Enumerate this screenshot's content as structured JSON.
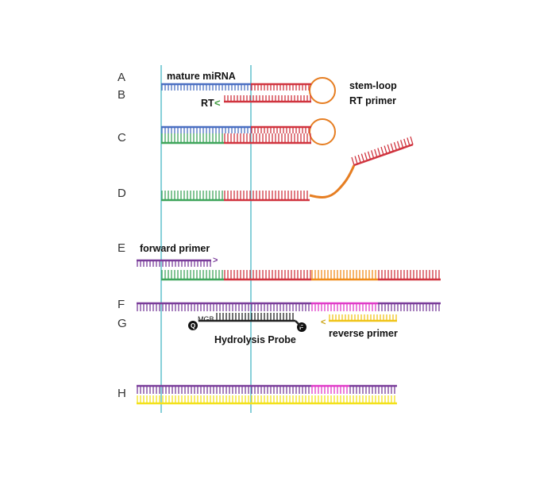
{
  "rows": [
    "A",
    "B",
    "C",
    "D",
    "E",
    "F",
    "G",
    "H"
  ],
  "labels": {
    "mature_mirna": "mature miRNA",
    "rt": "RT",
    "stem_loop_line1": "stem-loop",
    "stem_loop_line2": "RT primer",
    "forward_primer": "forward primer",
    "mgb": "MGB",
    "quencher": "Q",
    "fluor": "F",
    "hydrolysis_probe": "Hydrolysis Probe",
    "reverse_primer": "reverse primer",
    "arrow_left": "<",
    "arrow_right": ">"
  },
  "colors": {
    "mirna": "#4a6fc1",
    "rt_primer": "#d0343f",
    "loop": "#e67e22",
    "cdna": "#3fa55b",
    "forward_primer": "#7a3d9a",
    "orange_segment": "#f08c1a",
    "magenta": "#e03cc8",
    "reverse_primer": "#f0c419",
    "yellow": "#f3e11a",
    "probe": "#222222",
    "guide_line": "#3ab0c0",
    "rt_arrow": "#3f9b3f"
  }
}
